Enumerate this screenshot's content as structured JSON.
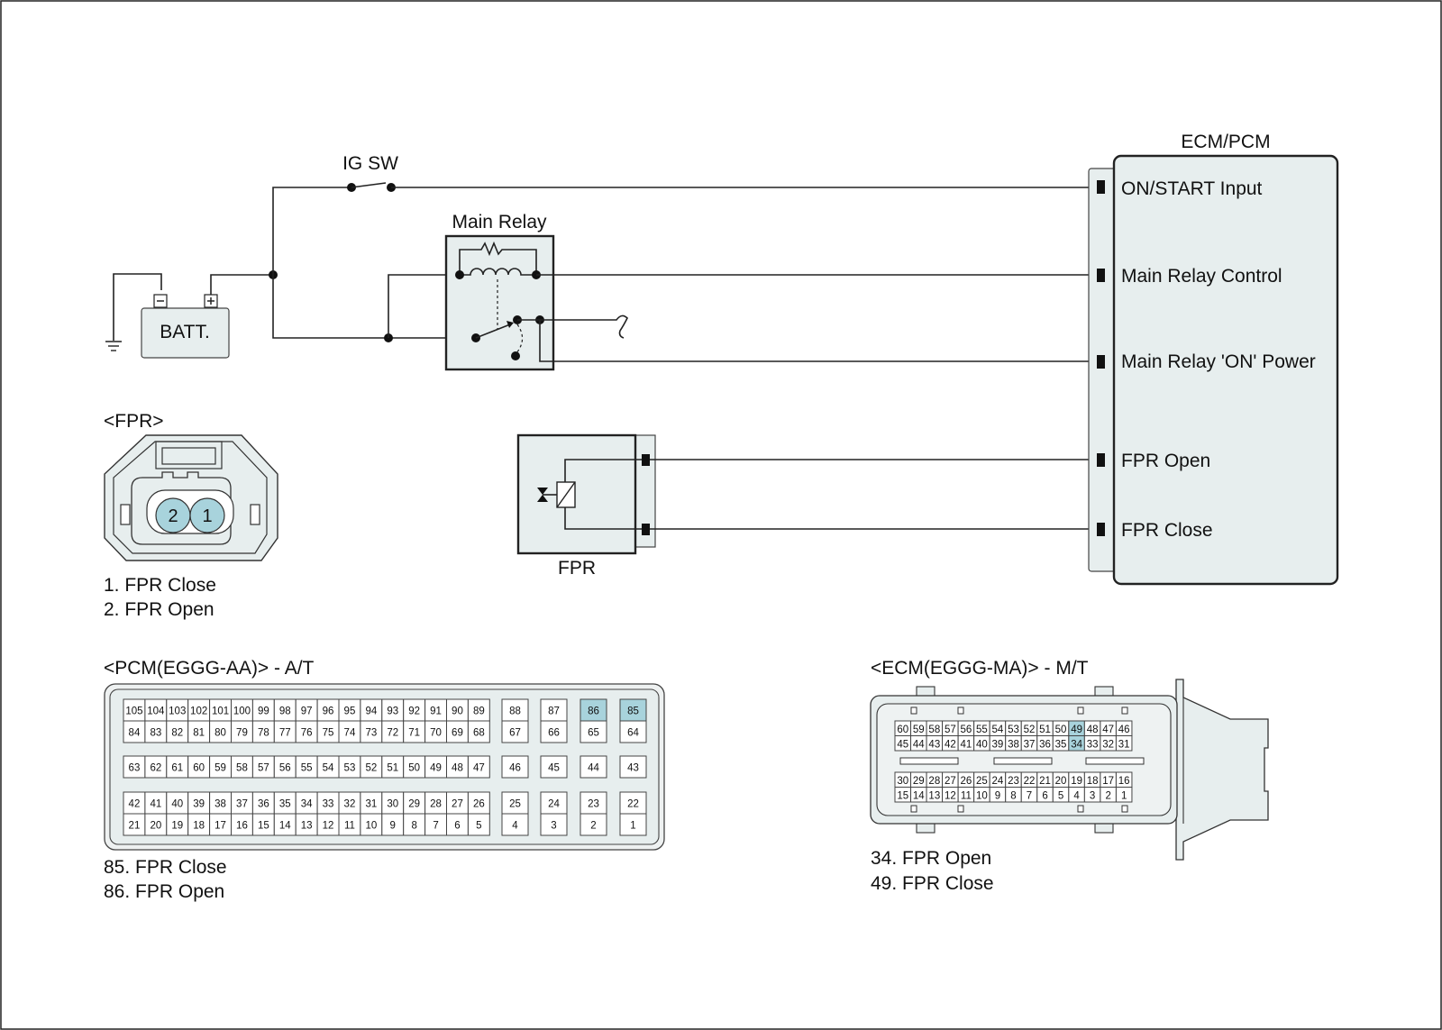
{
  "top_labels": {
    "ig_sw": "IG SW",
    "main_relay": "Main Relay",
    "batt": "BATT.",
    "fpr_component": "FPR",
    "ecm_title": "ECM/PCM"
  },
  "ecm_pins": [
    "ON/START Input",
    "Main Relay Control",
    "Main Relay 'ON' Power",
    "FPR Open",
    "FPR Close"
  ],
  "fpr_connector": {
    "title": "<FPR>",
    "pins": [
      "2",
      "1"
    ],
    "legend": [
      "1. FPR Close",
      "2. FPR Open"
    ]
  },
  "pcm_connector": {
    "title": "<PCM(EGGG-AA)> - A/T",
    "block_main": [
      [
        "105",
        "104",
        "103",
        "102",
        "101",
        "100",
        "99",
        "98",
        "97",
        "96",
        "95",
        "94",
        "93",
        "92",
        "91",
        "90",
        "89"
      ],
      [
        "84",
        "83",
        "82",
        "81",
        "80",
        "79",
        "78",
        "77",
        "76",
        "75",
        "74",
        "73",
        "72",
        "71",
        "70",
        "69",
        "68"
      ],
      [
        "63",
        "62",
        "61",
        "60",
        "59",
        "58",
        "57",
        "56",
        "55",
        "54",
        "53",
        "52",
        "51",
        "50",
        "49",
        "48",
        "47"
      ],
      [
        "42",
        "41",
        "40",
        "39",
        "38",
        "37",
        "36",
        "35",
        "34",
        "33",
        "32",
        "31",
        "30",
        "29",
        "28",
        "27",
        "26"
      ],
      [
        "21",
        "20",
        "19",
        "18",
        "17",
        "16",
        "15",
        "14",
        "13",
        "12",
        "11",
        "10",
        "9",
        "8",
        "7",
        "6",
        "5"
      ]
    ],
    "side_columns": [
      [
        "88",
        "67",
        "46",
        "25",
        "4"
      ],
      [
        "87",
        "66",
        "45",
        "24",
        "3"
      ],
      [
        "86",
        "65",
        "44",
        "23",
        "2"
      ],
      [
        "85",
        "64",
        "43",
        "22",
        "1"
      ]
    ],
    "highlighted": [
      "85",
      "86"
    ],
    "legend": [
      "85. FPR Close",
      "86. FPR Open"
    ]
  },
  "ecm_connector": {
    "title": "<ECM(EGGG-MA)> - M/T",
    "upper": [
      [
        "60",
        "59",
        "58",
        "57",
        "56",
        "55",
        "54",
        "53",
        "52",
        "51",
        "50",
        "49",
        "48",
        "47",
        "46"
      ],
      [
        "45",
        "44",
        "43",
        "42",
        "41",
        "40",
        "39",
        "38",
        "37",
        "36",
        "35",
        "34",
        "33",
        "32",
        "31"
      ]
    ],
    "lower": [
      [
        "30",
        "29",
        "28",
        "27",
        "26",
        "25",
        "24",
        "23",
        "22",
        "21",
        "20",
        "19",
        "18",
        "17",
        "16"
      ],
      [
        "15",
        "14",
        "13",
        "12",
        "11",
        "10",
        "9",
        "8",
        "7",
        "6",
        "5",
        "4",
        "3",
        "2",
        "1"
      ]
    ],
    "highlighted": [
      "34",
      "49"
    ],
    "legend": [
      "34. FPR Open",
      "49. FPR Close"
    ]
  },
  "colors": {
    "body_fill": "#e7eeee",
    "highlight": "#a8d3dc",
    "line": "#222222"
  }
}
